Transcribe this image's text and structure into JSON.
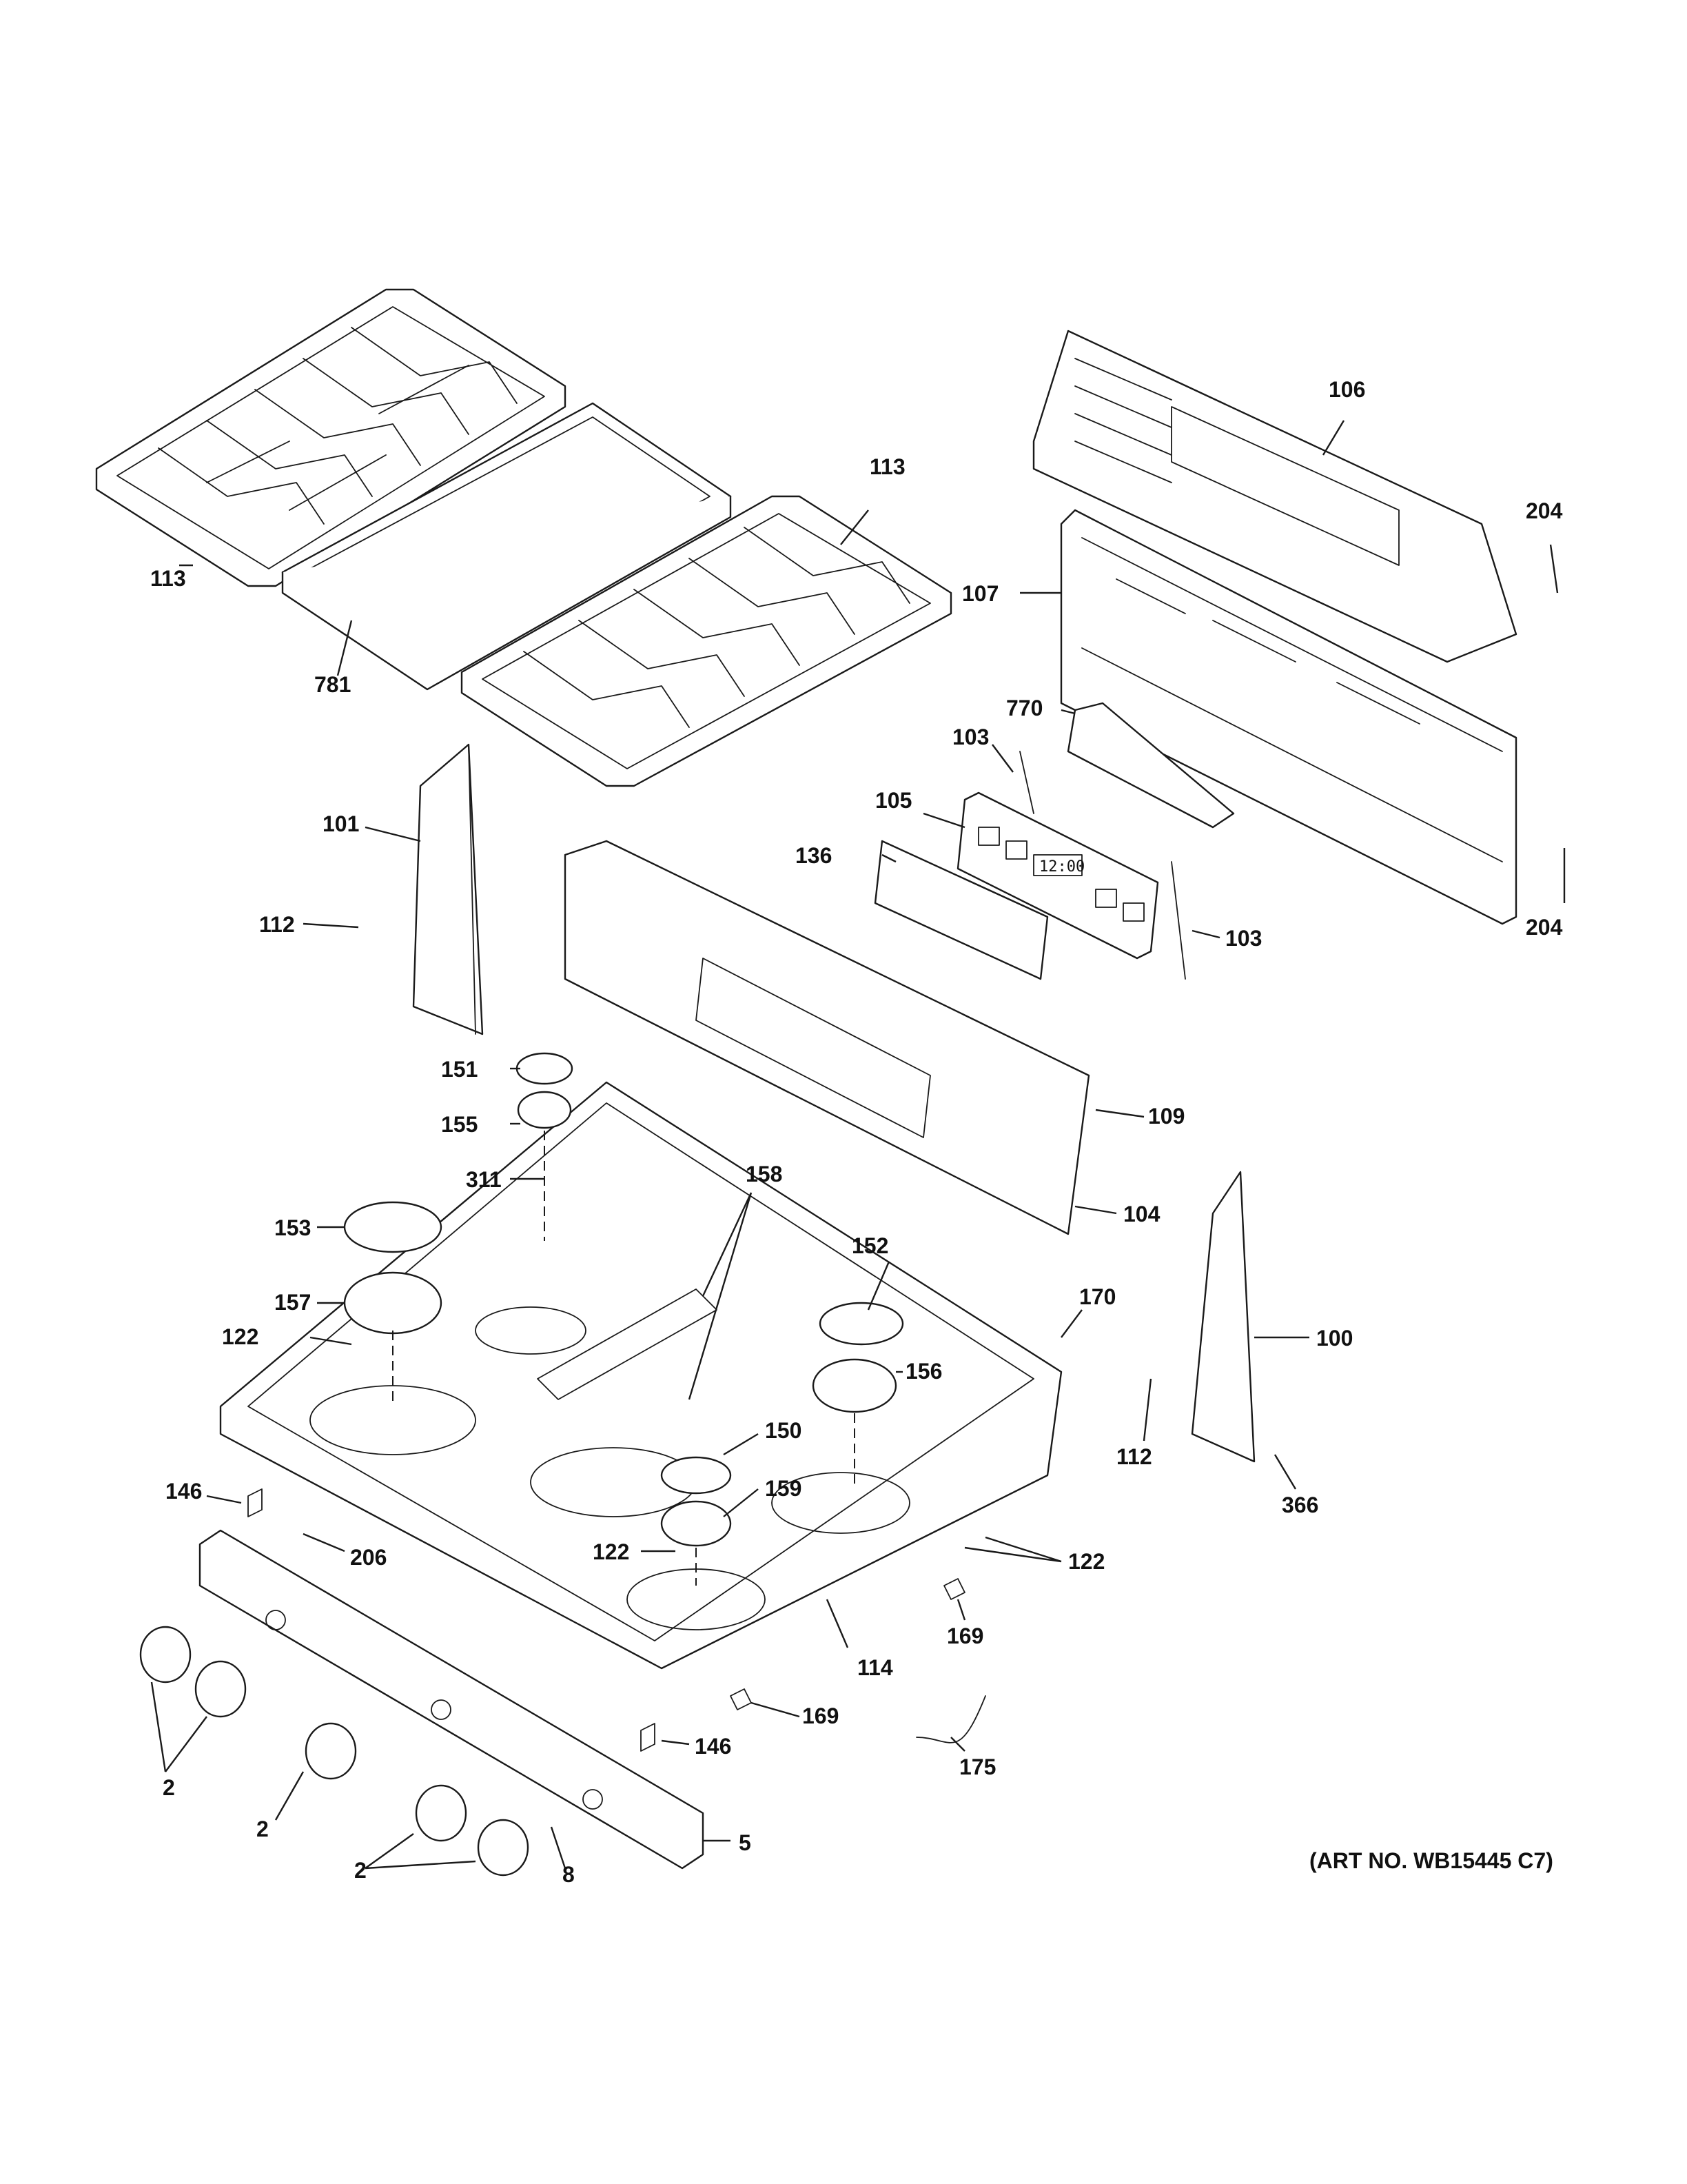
{
  "art_number": "(ART NO. WB15445 C7)",
  "display_readout": "12:00",
  "callouts": [
    "113",
    "113",
    "781",
    "106",
    "204",
    "107",
    "770",
    "103",
    "105",
    "136",
    "103",
    "204",
    "101",
    "112",
    "151",
    "109",
    "155",
    "311",
    "104",
    "158",
    "153",
    "152",
    "170",
    "157",
    "100",
    "122",
    "156",
    "112",
    "150",
    "146",
    "159",
    "366",
    "206",
    "122",
    "122",
    "169",
    "114",
    "169",
    "146",
    "175",
    "2",
    "2",
    "2",
    "5",
    "8"
  ]
}
